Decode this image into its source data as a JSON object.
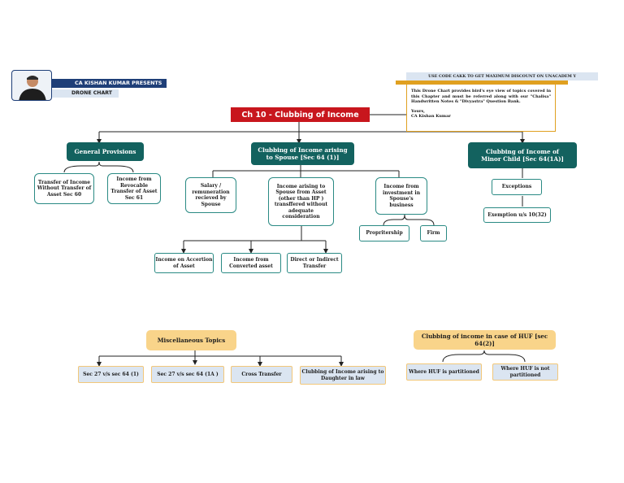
{
  "header": {
    "presenter_name": "CA KISHAN KUMAR PRESENTS",
    "chart_type": "DRONE CHART",
    "promo_code": "USE CODE CAKK TO GET MAXIMUM DISCOUNT ON UNACADEM Y",
    "note": "This Drone Chart provides bird's eye view of topics covered in this Chapter and must be referred along with our \"Chalisa\" Handwritten Notes & \"Divyastra\" Question Bank.",
    "sign_off": "Yours,",
    "signature": "CA Kishan Kumar"
  },
  "title": "Ch 10 - Clubbing of Income",
  "colors": {
    "title_bg": "#c8161d",
    "teal": "#13625f",
    "orange_box": "#f9d48a",
    "blue_box": "#dbe5f1",
    "accent_gold": "#e0a020"
  },
  "general_provisions": {
    "label": "General Provisions",
    "children": [
      "Transfer of Income Without Transfer of Asset Sec 60",
      "Income from Revocable Transfer of Asset Sec 61"
    ]
  },
  "spouse": {
    "label": "Clubbing of Income arising to Spouse  [Sec 64 (1)]",
    "salary": "Salary / remuneration recieved by Spouse",
    "asset": "Income arising to Spouse from Asset (other than HP ) transffered without adequate consideration",
    "business": "Income from investment in Spouse's business",
    "asset_children": [
      "Income on Accertion of Asset",
      "Income from Converted asset",
      "Direct or Indirect Transfer"
    ],
    "business_children": [
      "Propritership",
      "Firm"
    ]
  },
  "minor": {
    "label": "Clubbing of Income of Minor Child [Sec 64(1A)]",
    "exceptions": "Exceptions",
    "exemption": "Exemption u/s 10(32)"
  },
  "misc": {
    "label": "Miscellaneous Topics",
    "children": [
      "Sec 27 v/s sec 64 (1)",
      "Sec 27 v/s sec 64 (1A )",
      "Cross Transfer",
      "Clubbing of Income arising to Daughter in law"
    ]
  },
  "huf": {
    "label": "Clubbing of income in case of HUF [sec 64(2)]",
    "children": [
      "Where HUF is partitioned",
      "Where HUF is not partitioned"
    ]
  }
}
